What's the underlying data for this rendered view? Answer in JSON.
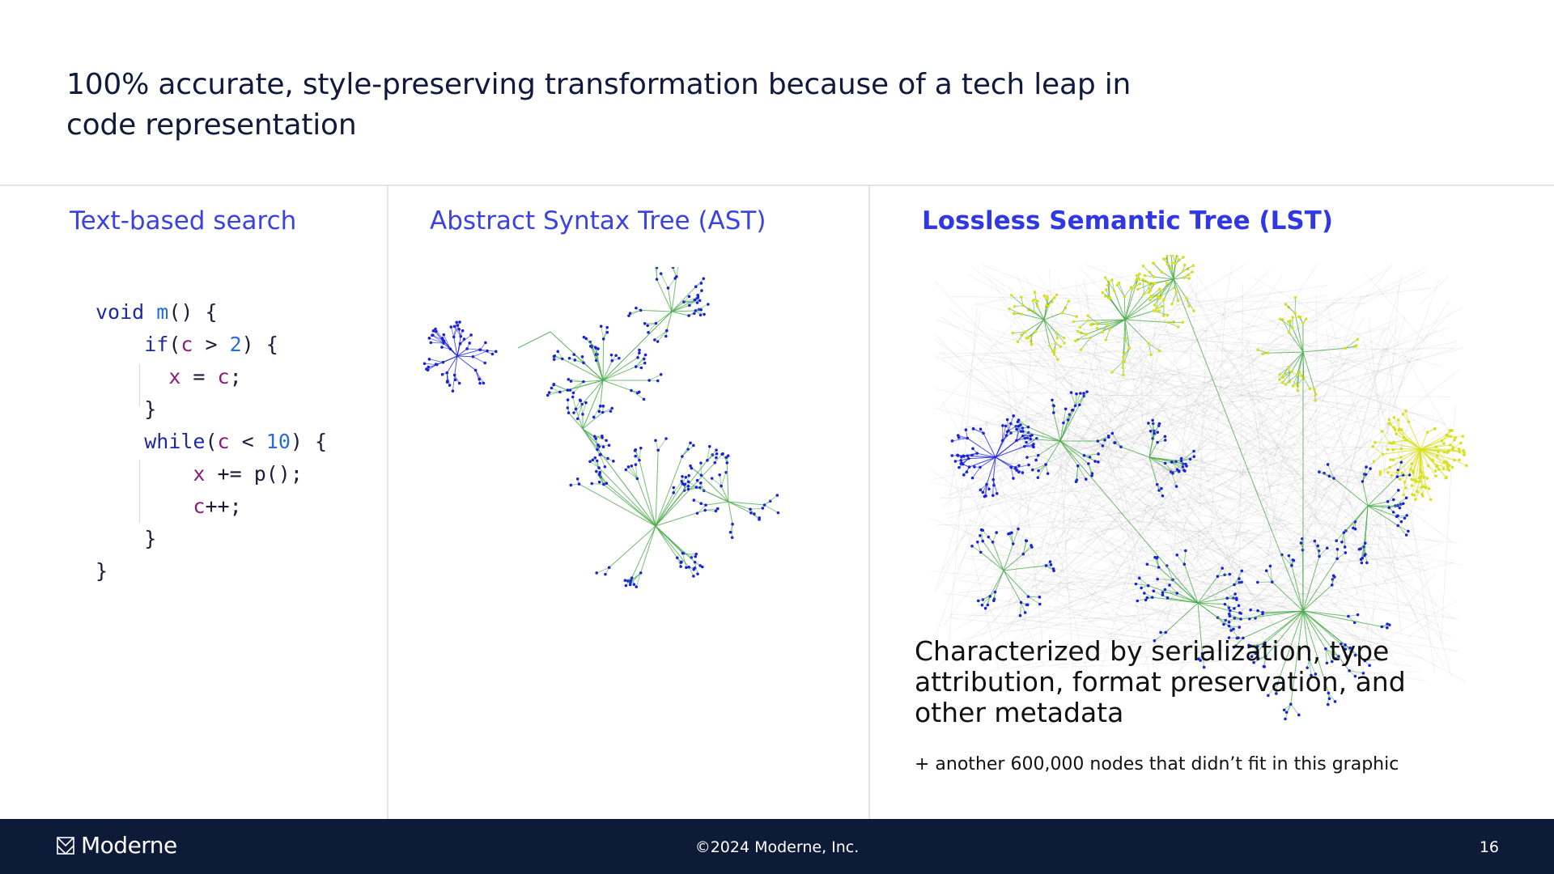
{
  "slide": {
    "title": "100% accurate, style-preserving transformation because of a tech leap in code representation",
    "page_number": "16"
  },
  "columns": {
    "text_search": {
      "heading": "Text-based search"
    },
    "ast": {
      "heading": "Abstract Syntax Tree (AST)"
    },
    "lst": {
      "heading": "Lossless Semantic Tree (LST)",
      "caption": "Characterized by serialization, type attribution, format preservation, and other metadata",
      "note": "+ another 600,000 nodes that didn’t fit in this graphic"
    }
  },
  "code": {
    "lines": [
      "void m() {",
      "    if(c > 2) {",
      "      x = c;",
      "    }",
      "    while(c < 10) {",
      "        x += p();",
      "        c++;",
      "    }",
      "}"
    ]
  },
  "footer": {
    "logo_text": "Moderne",
    "copyright": "©2024 Moderne, Inc."
  },
  "colors": {
    "heading": "#3a43e0",
    "node_blue": "#1a23d6",
    "edge_green": "#4caa4c",
    "node_yellow": "#d8e020",
    "footer_bg": "#0d1a38"
  }
}
